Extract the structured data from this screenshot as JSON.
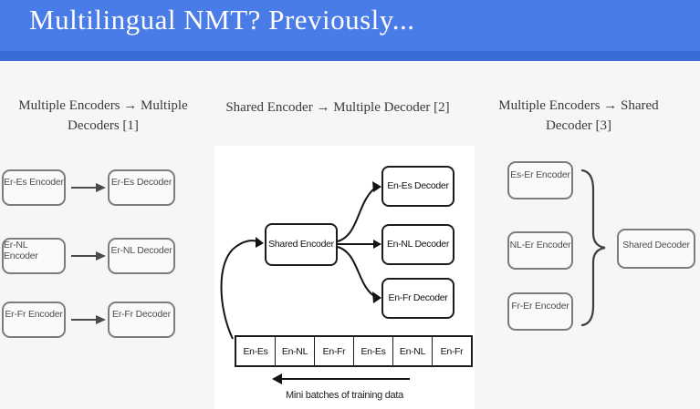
{
  "header": {
    "title": "Multilingual NMT? Previously...",
    "bg_color": "#4a7ce8",
    "bg_dark_color": "#3a6cd6",
    "text_color": "#ffffff"
  },
  "columns": [
    {
      "title_lines": [
        "Multiple Encoders → Multiple",
        "Decoders [1]"
      ],
      "rows": [
        {
          "encoder": "Er-Es Encoder",
          "decoder": "Er-Es Decoder"
        },
        {
          "encoder": "Er-NL Encoder",
          "decoder": "Er-NL Decoder"
        },
        {
          "encoder": "Er-Fr Encoder",
          "decoder": "Er-Fr Decoder"
        }
      ]
    },
    {
      "title_lines": [
        "Shared Encoder → Multiple Decoder [2]"
      ],
      "encoder": "Shared Encoder",
      "decoders": [
        "En-Es Decoder",
        "En-NL Decoder",
        "En-Fr Decoder"
      ],
      "batch_cells": [
        "En-Es",
        "En-NL",
        "En-Fr",
        "En-Es",
        "En-NL",
        "En-Fr"
      ],
      "caption": "Mini batches of training data"
    },
    {
      "title_lines": [
        "Multiple Encoders → Shared",
        "Decoder [3]"
      ],
      "encoders": [
        "Es-Er Encoder",
        "NL-Er Encoder",
        "Fr-Er Encoder"
      ],
      "decoder": "Shared Decoder"
    }
  ]
}
